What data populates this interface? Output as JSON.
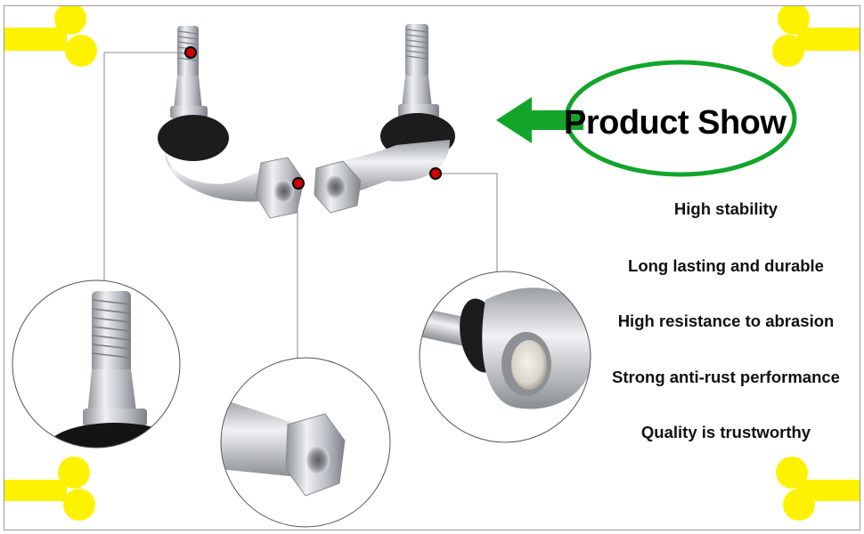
{
  "header": {
    "title": "Product Show"
  },
  "features": [
    "High stability",
    "Long lasting and durable",
    "High resistance to abrasion",
    "Strong anti-rust performance",
    "Quality is trustworthy"
  ],
  "colors": {
    "accent_green": "#12a52a",
    "bone_yellow": "#fff200",
    "marker_red": "#d40000",
    "metal": "#c8cbcf",
    "rubber": "#1a1a1a"
  },
  "icons": [
    "bone-icon",
    "arrow-left-icon",
    "marker-dot-icon"
  ]
}
